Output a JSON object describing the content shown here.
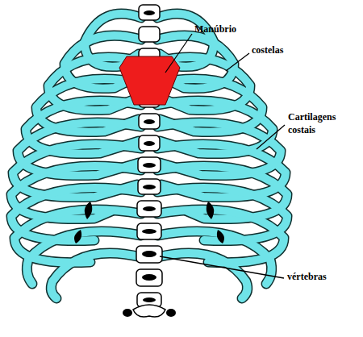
{
  "diagram": {
    "labels": [
      "Manúbrio",
      "costelas",
      "Cartilagens costais",
      "vértebras"
    ]
  }
}
